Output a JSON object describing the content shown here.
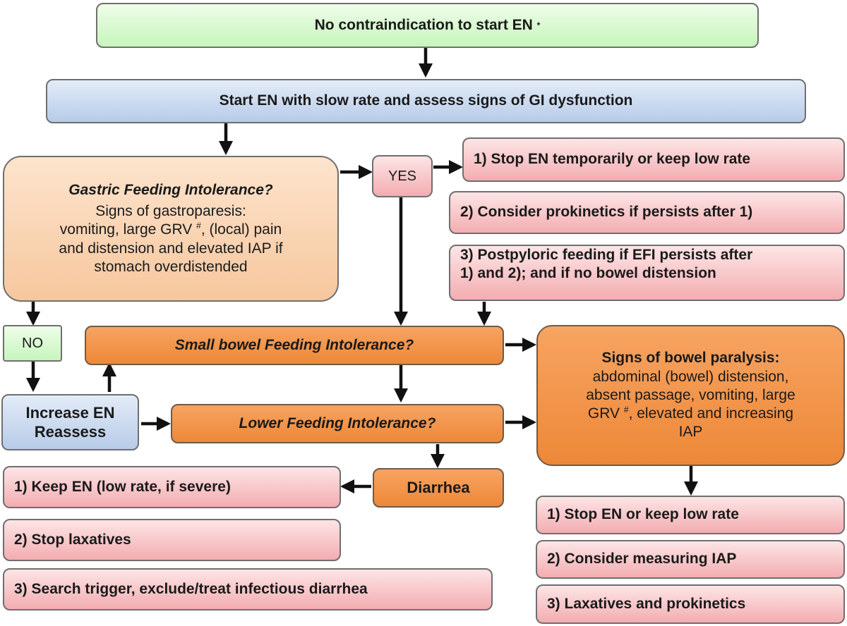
{
  "start": {
    "text": "No contraindication to start EN",
    "mark": "*"
  },
  "start_en": "Start EN with slow rate and assess signs of GI dysfunction",
  "gastric": {
    "title": "Gastric Feeding Intolerance?",
    "line1": "Signs of gastroparesis:",
    "line2_pre": "vomiting, large GRV",
    "line2_mark": "#",
    "line2_post": ", (local) pain",
    "line3": "and distension and elevated IAP if",
    "line4": "stomach overdistended"
  },
  "yes_label": "YES",
  "no_label": "NO",
  "gastric_actions": [
    "1) Stop EN temporarily or keep low rate",
    "2) Consider prokinetics if persists after 1)",
    "3) Postpyloric feeding if EFI persists after",
    "1) and 2); and if no bowel distension"
  ],
  "small_bowel": "Small bowel Feeding Intolerance?",
  "increase": {
    "line1": "Increase EN",
    "line2": "Reassess"
  },
  "lower": "Lower Feeding Intolerance?",
  "paralysis": {
    "title": "Signs of bowel paralysis:",
    "line1": "abdominal (bowel) distension,",
    "line2": "absent passage, vomiting, large",
    "line3_pre": "GRV",
    "line3_mark": "#",
    "line3_post": ", elevated and increasing",
    "line4": "IAP"
  },
  "diarrhea": "Diarrhea",
  "diarrhea_actions": [
    "1) Keep EN (low rate, if severe)",
    "2) Stop laxatives",
    "3) Search trigger, exclude/treat infectious diarrhea"
  ],
  "paralysis_actions": [
    "1) Stop EN or keep low rate",
    "2) Consider measuring IAP",
    "3) Laxatives and prokinetics"
  ]
}
